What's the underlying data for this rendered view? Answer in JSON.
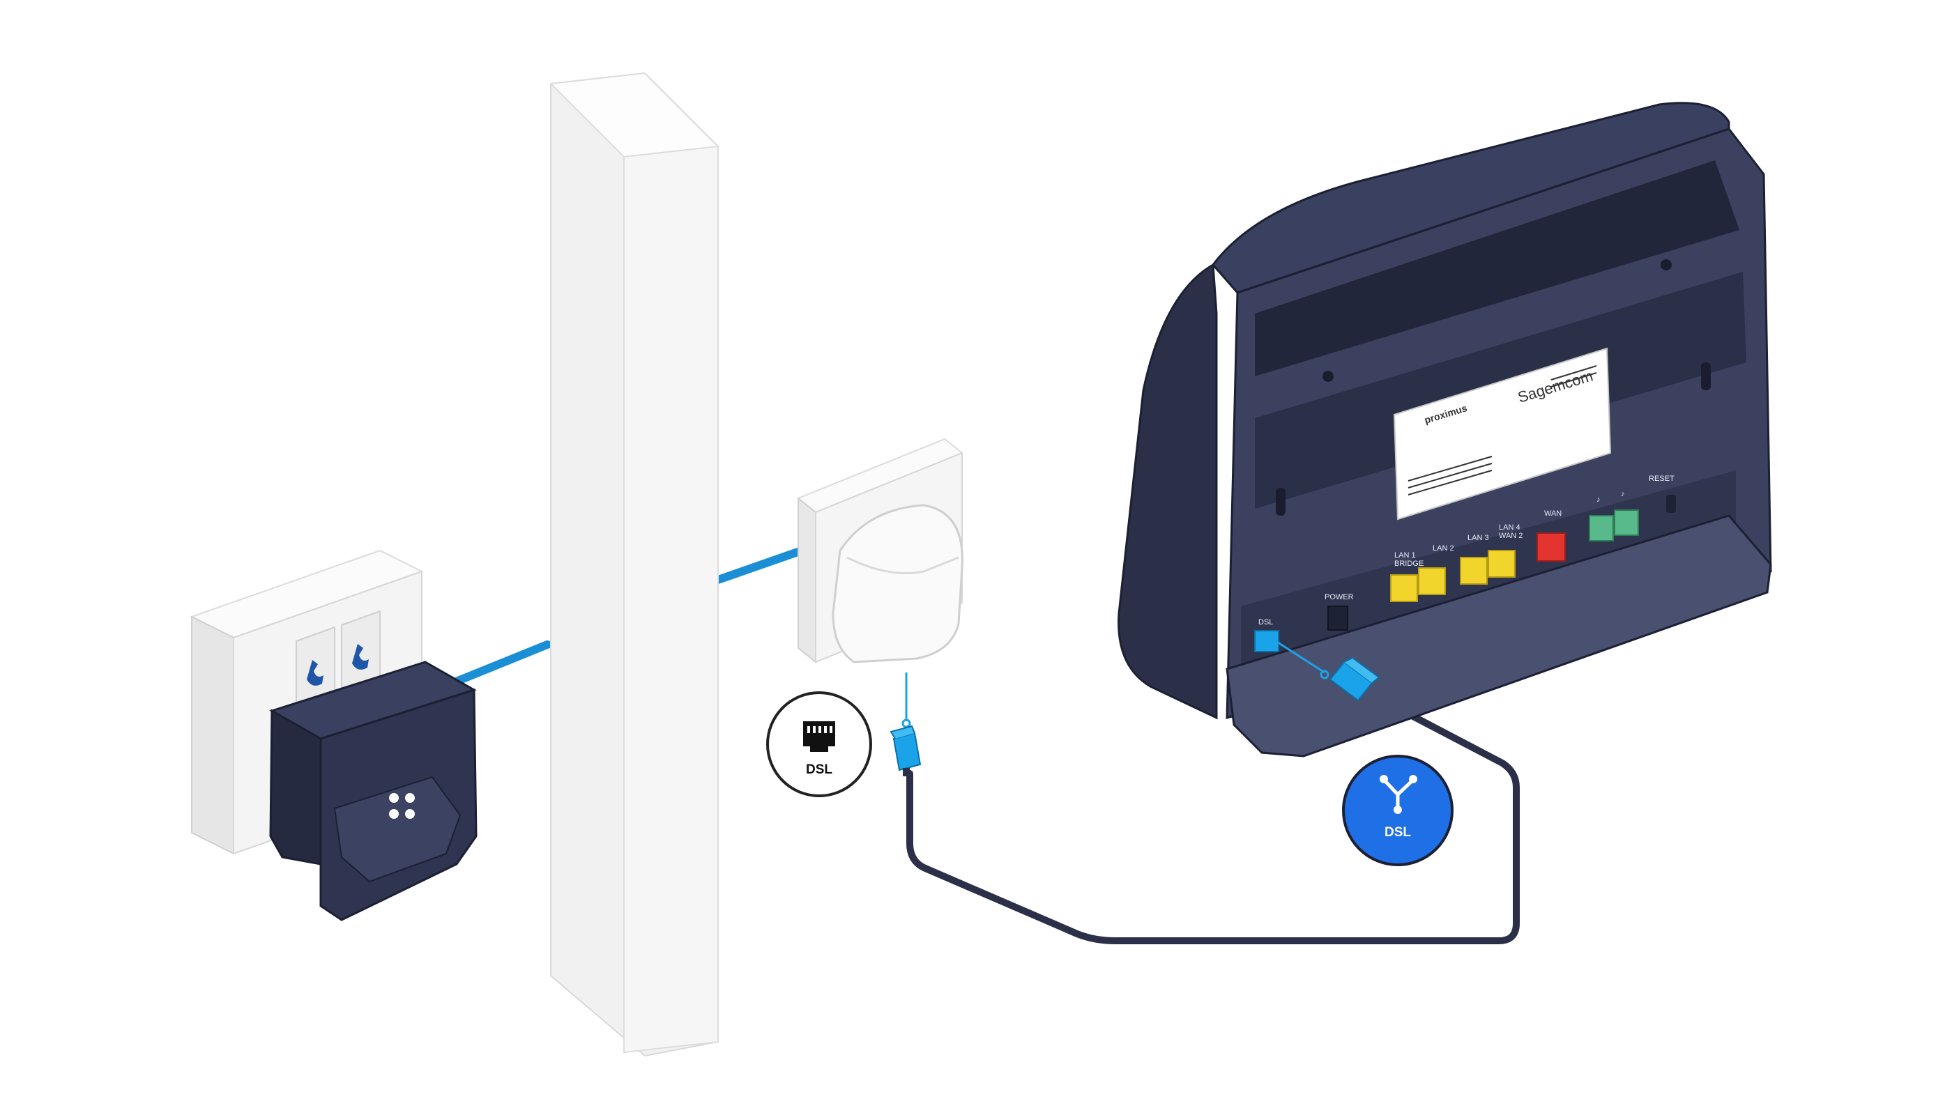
{
  "badges": {
    "wall_socket": {
      "label": "DSL",
      "icon": "rj45-port-icon"
    },
    "router_port": {
      "label": "DSL",
      "icon": "branch-icon"
    }
  },
  "router": {
    "brand": "Sagemcom",
    "operator": "proximus",
    "ports": {
      "dsl": "DSL",
      "power": "POWER",
      "lan1": "LAN 1",
      "lan1_sub": "BRIDGE",
      "lan2": "LAN 2",
      "lan3": "LAN 3",
      "lan4": "LAN 4",
      "lan4_sub": "WAN 2",
      "wan": "WAN",
      "reset": "RESET"
    }
  },
  "colors": {
    "navy": "#2b3048",
    "cable_blue": "#1aa3e8",
    "badge_blue": "#1f6fe6",
    "lan_yellow": "#f2d52c",
    "wan_red": "#e3342f",
    "phone_green": "#58b98a",
    "wall": "#f3f3f3"
  }
}
